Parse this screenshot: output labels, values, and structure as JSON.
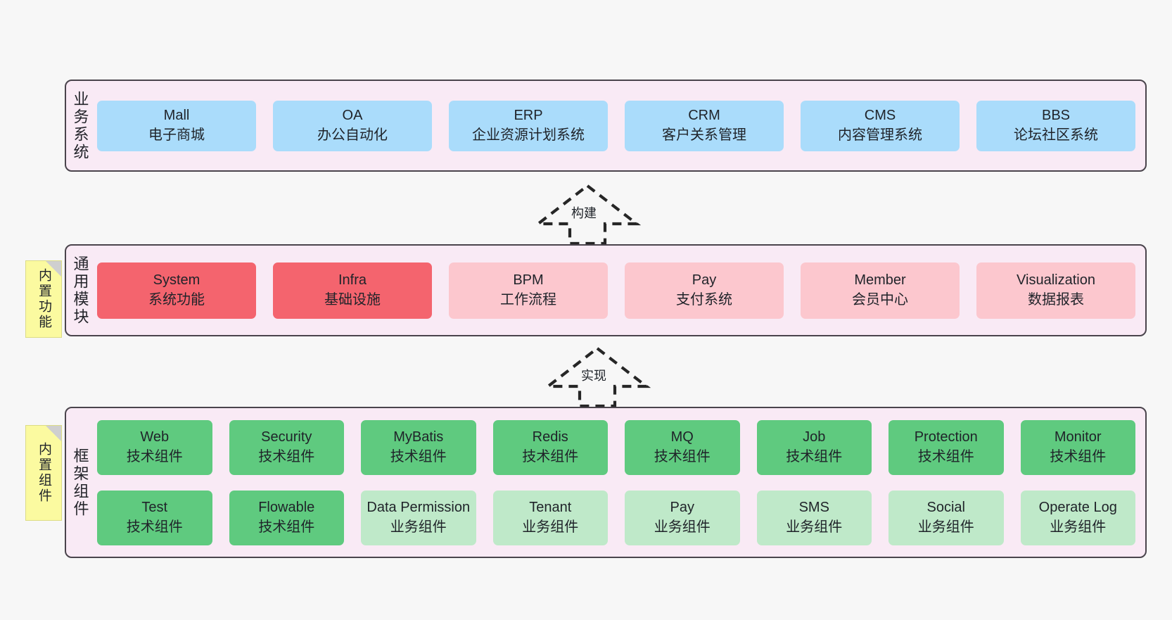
{
  "diagram": {
    "title": "Architecture layers diagram",
    "background_color": "#f7f7f7",
    "layer_background": "#f9eaf5",
    "layer_border": "#4a444c"
  },
  "layers": [
    {
      "id": "business",
      "title": "业务系统",
      "rows": [
        {
          "cells": [
            {
              "en": "Mall",
              "cn": "电子商城",
              "color": "#aadcfb",
              "style": "c-blue"
            },
            {
              "en": "OA",
              "cn": "办公自动化",
              "color": "#aadcfb",
              "style": "c-blue"
            },
            {
              "en": "ERP",
              "cn": "企业资源计划系统",
              "color": "#aadcfb",
              "style": "c-blue"
            },
            {
              "en": "CRM",
              "cn": "客户关系管理",
              "color": "#aadcfb",
              "style": "c-blue"
            },
            {
              "en": "CMS",
              "cn": "内容管理系统",
              "color": "#aadcfb",
              "style": "c-blue"
            },
            {
              "en": "BBS",
              "cn": "论坛社区系统",
              "color": "#aadcfb",
              "style": "c-blue"
            }
          ]
        }
      ]
    },
    {
      "id": "common",
      "title": "通用模块",
      "sticky": "内置功能",
      "rows": [
        {
          "cells": [
            {
              "en": "System",
              "cn": "系统功能",
              "color": "#f4646e",
              "style": "c-red"
            },
            {
              "en": "Infra",
              "cn": "基础设施",
              "color": "#f4646e",
              "style": "c-red"
            },
            {
              "en": "BPM",
              "cn": "工作流程",
              "color": "#fcc7ce",
              "style": "c-pink"
            },
            {
              "en": "Pay",
              "cn": "支付系统",
              "color": "#fcc7ce",
              "style": "c-pink"
            },
            {
              "en": "Member",
              "cn": "会员中心",
              "color": "#fcc7ce",
              "style": "c-pink"
            },
            {
              "en": "Visualization",
              "cn": "数据报表",
              "color": "#fcc7ce",
              "style": "c-pink"
            }
          ]
        }
      ]
    },
    {
      "id": "frame",
      "title": "框架组件",
      "sticky": "内置组件",
      "rows": [
        {
          "cells": [
            {
              "en": "Web",
              "cn": "技术组件",
              "color": "#5fca7f",
              "style": "c-green"
            },
            {
              "en": "Security",
              "cn": "技术组件",
              "color": "#5fca7f",
              "style": "c-green"
            },
            {
              "en": "MyBatis",
              "cn": "技术组件",
              "color": "#5fca7f",
              "style": "c-green"
            },
            {
              "en": "Redis",
              "cn": "技术组件",
              "color": "#5fca7f",
              "style": "c-green"
            },
            {
              "en": "MQ",
              "cn": "技术组件",
              "color": "#5fca7f",
              "style": "c-green"
            },
            {
              "en": "Job",
              "cn": "技术组件",
              "color": "#5fca7f",
              "style": "c-green"
            },
            {
              "en": "Protection",
              "cn": "技术组件",
              "color": "#5fca7f",
              "style": "c-green"
            },
            {
              "en": "Monitor",
              "cn": "技术组件",
              "color": "#5fca7f",
              "style": "c-green"
            }
          ]
        },
        {
          "cells": [
            {
              "en": "Test",
              "cn": "技术组件",
              "color": "#5fca7f",
              "style": "c-green"
            },
            {
              "en": "Flowable",
              "cn": "技术组件",
              "color": "#5fca7f",
              "style": "c-green"
            },
            {
              "en": "Data Permission",
              "cn": "业务组件",
              "color": "#bfe9c9",
              "style": "c-lightgreen"
            },
            {
              "en": "Tenant",
              "cn": "业务组件",
              "color": "#bfe9c9",
              "style": "c-lightgreen"
            },
            {
              "en": "Pay",
              "cn": "业务组件",
              "color": "#bfe9c9",
              "style": "c-lightgreen"
            },
            {
              "en": "SMS",
              "cn": "业务组件",
              "color": "#bfe9c9",
              "style": "c-lightgreen"
            },
            {
              "en": "Social",
              "cn": "业务组件",
              "color": "#bfe9c9",
              "style": "c-lightgreen"
            },
            {
              "en": "Operate Log",
              "cn": "业务组件",
              "color": "#bfe9c9",
              "style": "c-lightgreen"
            }
          ]
        }
      ]
    }
  ],
  "connectors": [
    {
      "id": "build",
      "label": "构建",
      "kind": "generalization-dashed",
      "from": "通用模块",
      "to": "业务系统"
    },
    {
      "id": "impl",
      "label": "实现",
      "kind": "generalization-dashed",
      "from": "框架组件",
      "to": "通用模块"
    }
  ]
}
